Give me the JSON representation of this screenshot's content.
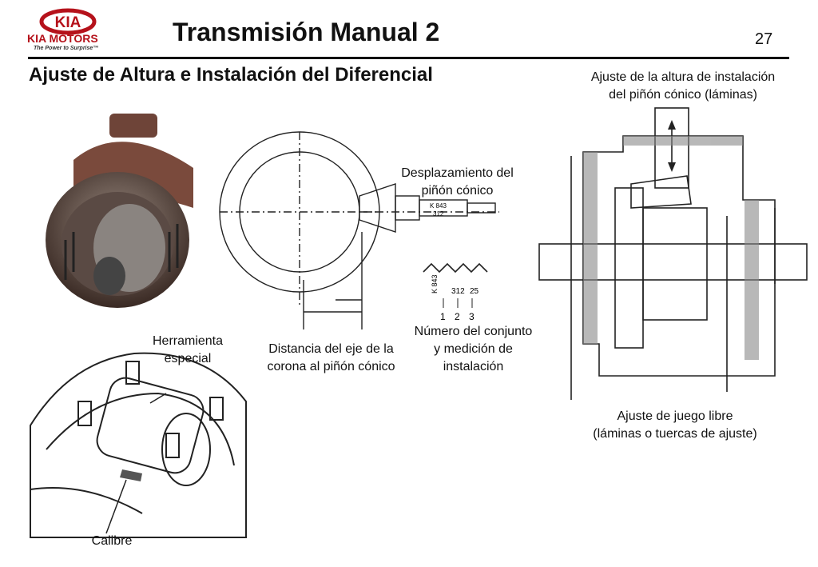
{
  "header": {
    "brand": "KIA MOTORS",
    "logo_mark": "KIA",
    "tagline": "The Power to Surprise™",
    "title": "Transmisión Manual 2",
    "page_number": "27"
  },
  "subtitle": "Ajuste de Altura e Instalación del Diferencial",
  "labels": {
    "shim_adjust": [
      "Ajuste de la altura de instalación",
      "del piñón cónico  (láminas)"
    ],
    "pinion_displacement": [
      "Desplazamiento del",
      "piñón cónico"
    ],
    "special_tool": [
      "Herramienta",
      "especial"
    ],
    "crown_distance": [
      "Distancia del eje de la",
      "corona al piñón cónico"
    ],
    "assembly_number": [
      "Número del conjunto",
      "y medición de",
      "instalación"
    ],
    "free_play": [
      "Ajuste de juego libre",
      "(láminas o tuercas de ajuste)"
    ],
    "gauge": "Calibre"
  },
  "diagram_text": {
    "pinion_code": [
      "K 843",
      "312"
    ],
    "tooth_codes": [
      "K 843",
      "312",
      "25"
    ],
    "tooth_numbers": [
      "1",
      "2",
      "3"
    ]
  },
  "colors": {
    "brand_red": "#b5121b",
    "ink": "#111111"
  }
}
